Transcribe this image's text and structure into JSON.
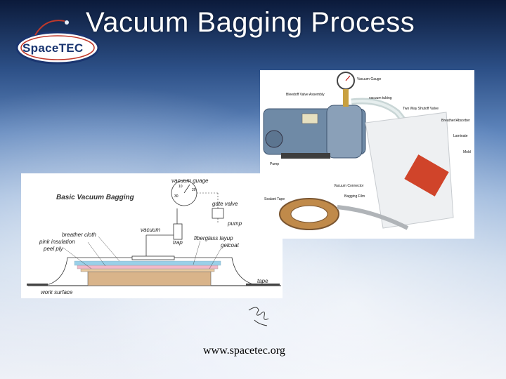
{
  "slide": {
    "title": "Vacuum Bagging Process",
    "footer_url": "www.spacetec.org"
  },
  "logo": {
    "text": "SpaceTEC"
  },
  "diagram": {
    "title": "Basic Vacuum Bagging",
    "labels": {
      "vacuum_guage": "vacuum guage",
      "gate_valve": "gate valve",
      "pump": "pump",
      "vacuum": "vacuum",
      "trap": "trap",
      "breather_cloth": "breather cloth",
      "pink_insulation": "pink insulation",
      "peel_ply": "peel ply",
      "fiberglass_layup": "fiberglass layup",
      "gelcoat": "gelcoat",
      "tape": "tape",
      "work_surface": "work surface"
    },
    "colors": {
      "breather": "#9ad0e8",
      "insulation": "#f2b8c6",
      "layup": "#e8c9a0",
      "mold": "#d9b48a"
    }
  },
  "photo": {
    "labels": {
      "vacuum_gauge": "Vacuum Gauge",
      "bleedoff_valve": "Bleedoff Valve Assembly",
      "vacuum_tubing": "vacuum tubing",
      "two_way_valve": "Two Way Shutoff Valve",
      "breather": "Breather/Absorber",
      "laminate": "Laminate",
      "mold": "Mold",
      "pump": "Pump",
      "sealant_tape": "Sealant Tape",
      "vacuum_connector": "Vacuum Connector",
      "bagging_film": "Bagging Film"
    }
  }
}
